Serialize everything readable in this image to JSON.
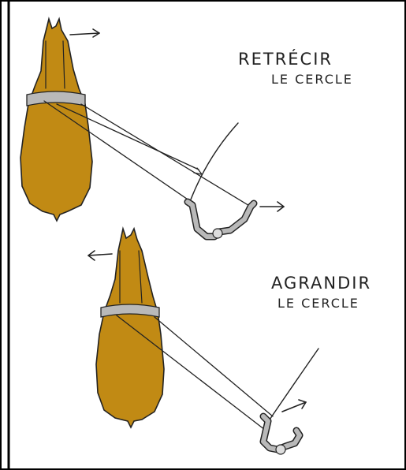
{
  "top_panel": {
    "label_line1": "RETRÉCIR",
    "label_line2": "LE CERCLE"
  },
  "bottom_panel": {
    "label_line1": "AGRANDIR",
    "label_line2": "LE CERCLE"
  },
  "colors": {
    "horse_body": "#c18a14",
    "harness": "#b9b9b9",
    "ink": "#222222",
    "border": "#000000"
  }
}
